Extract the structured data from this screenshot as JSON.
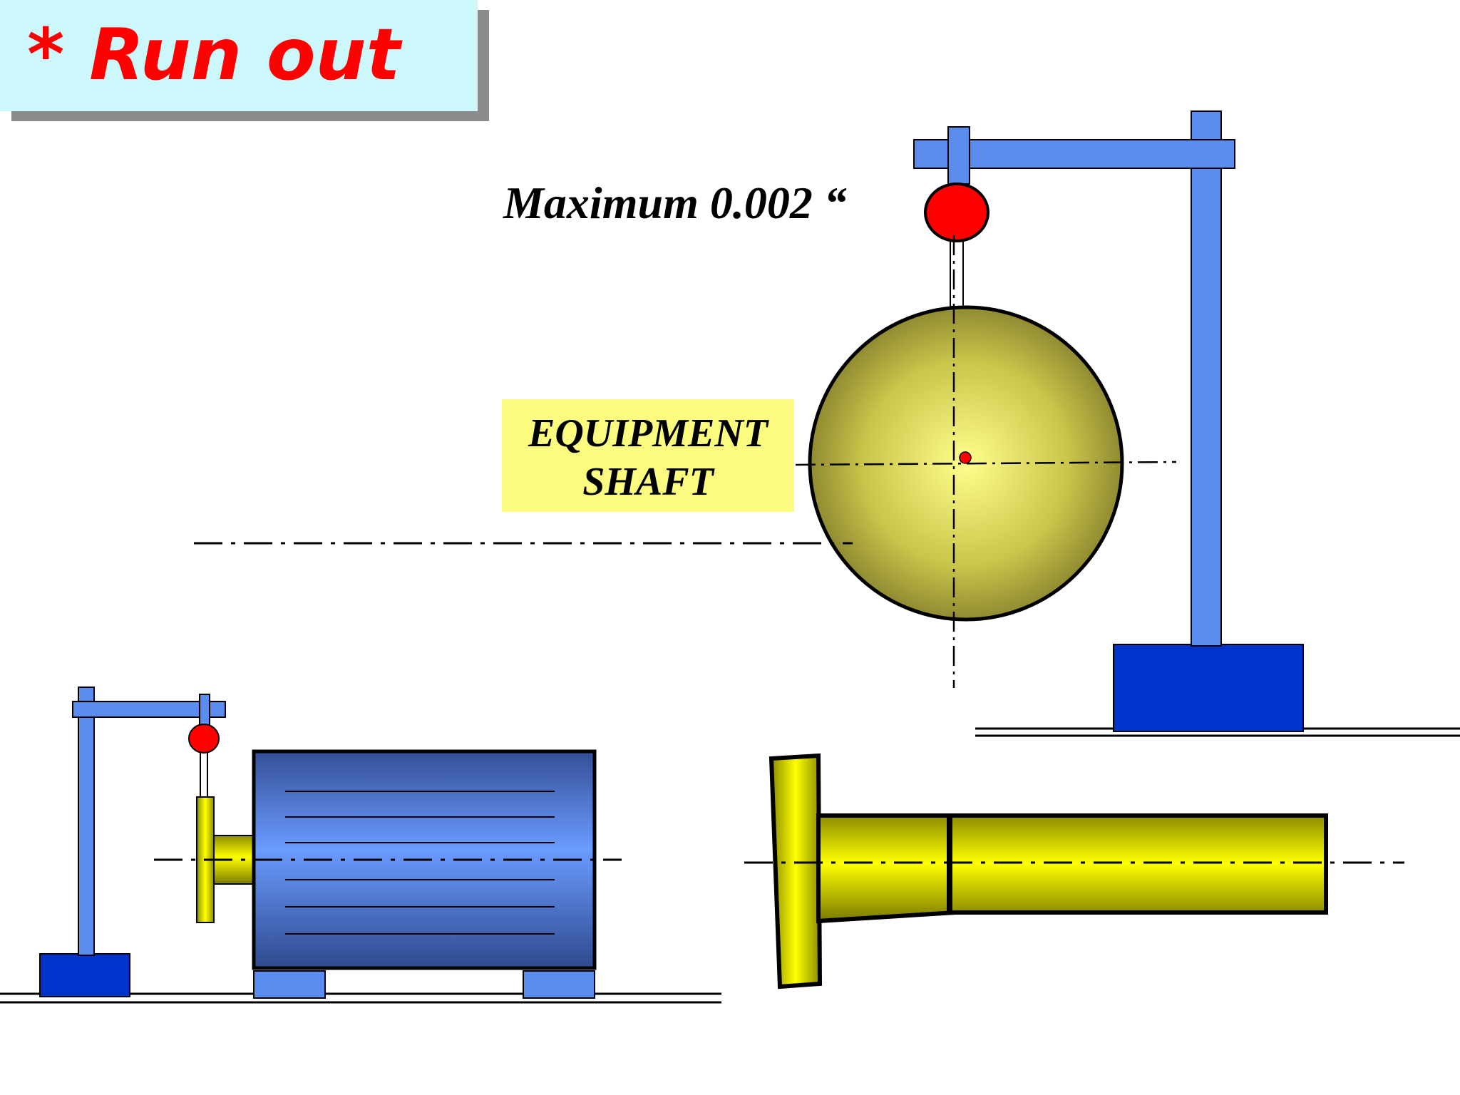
{
  "slide": {
    "title": "* Run out",
    "note": "Maximum 0.002 “",
    "shaft_label_line1": "EQUIPMENT",
    "shaft_label_line2": "SHAFT"
  },
  "colors": {
    "title_bg": "#ccf8fb",
    "title_text": "#ff0000",
    "label_bg": "#fbfb80",
    "stand_rod": "#5b8cf0",
    "stand_base": "#0033cc",
    "indicator": "#ff0000",
    "shaft_yellow": "#ffff00",
    "motor_blue": "#4f7fe8"
  }
}
